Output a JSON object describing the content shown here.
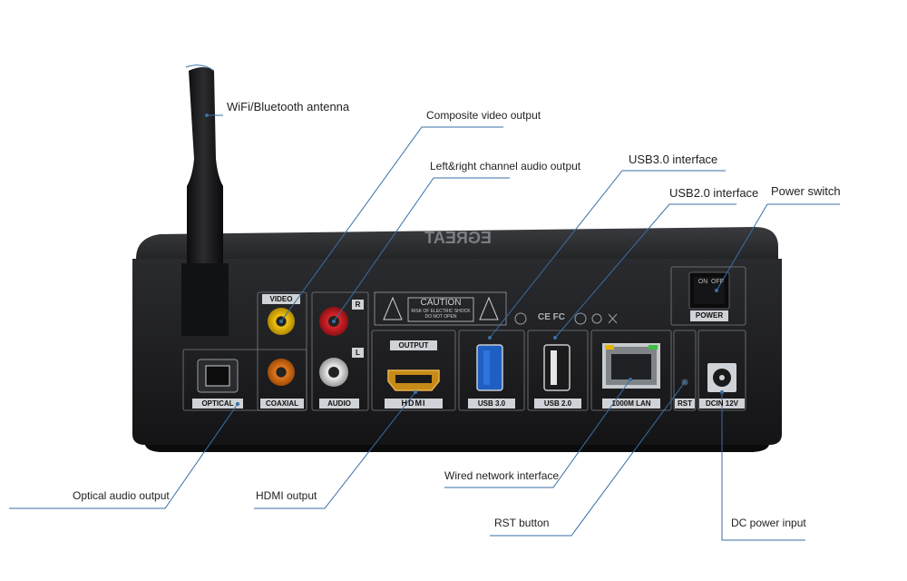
{
  "callouts": {
    "antenna": "WiFi/Bluetooth antenna",
    "composite_video": "Composite video output",
    "lr_audio": "Left&right channel audio output",
    "usb3": "USB3.0 interface",
    "usb2": "USB2.0 interface",
    "power_switch": "Power switch",
    "optical": "Optical audio output",
    "hdmi": "HDMI output",
    "lan": "Wired network interface",
    "rst": "RST button",
    "dc": "DC power input"
  },
  "panel": {
    "video": "VIDEO",
    "audio": "AUDIO",
    "r": "R",
    "l": "L",
    "optical": "OPTICAL",
    "coaxial": "COAXIAL",
    "output": "OUTPUT",
    "hdmi": "HDMI",
    "usb3": "USB 3.0",
    "usb2": "USB 2.0",
    "lan": "1000M LAN",
    "rst": "RST",
    "dcin": "DCIN 12V",
    "power": "POWER",
    "on": "ON",
    "off": "OFF",
    "caution_title": "CAUTION",
    "caution_line1": "RISK OF ELECTRIC SHOCK",
    "caution_line2": "DO NOT OPEN",
    "certs": "CE FC",
    "brand": "EGREAT"
  },
  "colors": {
    "leader": "#3a6fa5",
    "body": "#1b1c1e",
    "label_box": "#cfd2d6"
  }
}
